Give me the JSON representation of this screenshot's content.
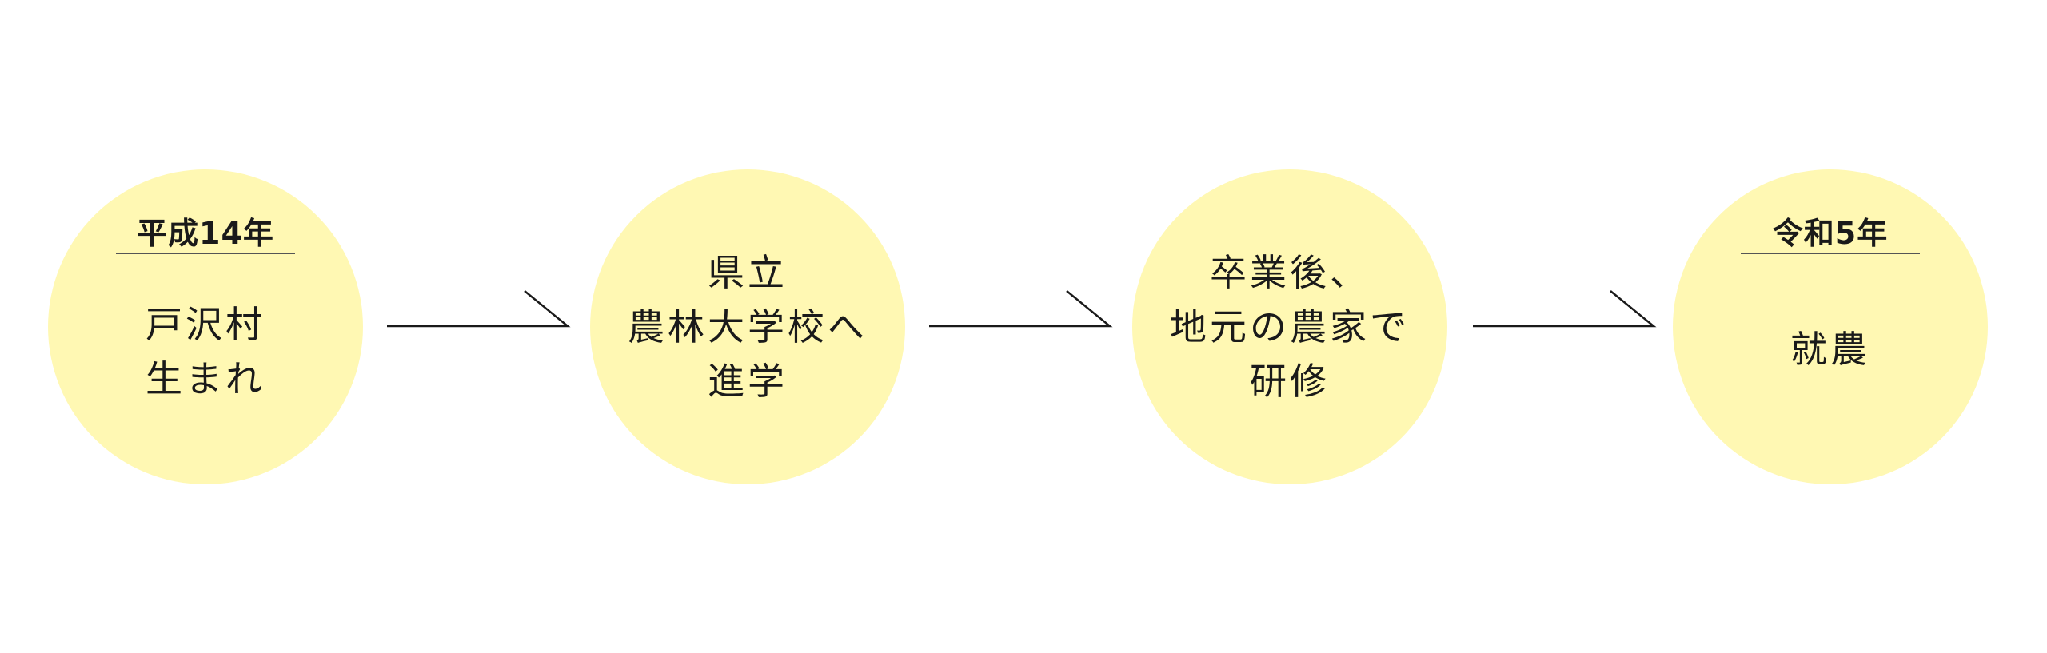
{
  "timeline": {
    "steps": [
      {
        "year": "平成14年",
        "lines": [
          "戸沢村",
          "生まれ"
        ]
      },
      {
        "year": "",
        "lines": [
          "県立",
          "農林大学校へ",
          "進学"
        ]
      },
      {
        "year": "",
        "lines": [
          "卒業後、",
          "地元の農家で",
          "研修"
        ]
      },
      {
        "year": "令和5年",
        "lines": [
          "就農"
        ]
      }
    ]
  },
  "colors": {
    "circle_fill": "#fff8b3",
    "line_color": "#1a1a1a"
  }
}
